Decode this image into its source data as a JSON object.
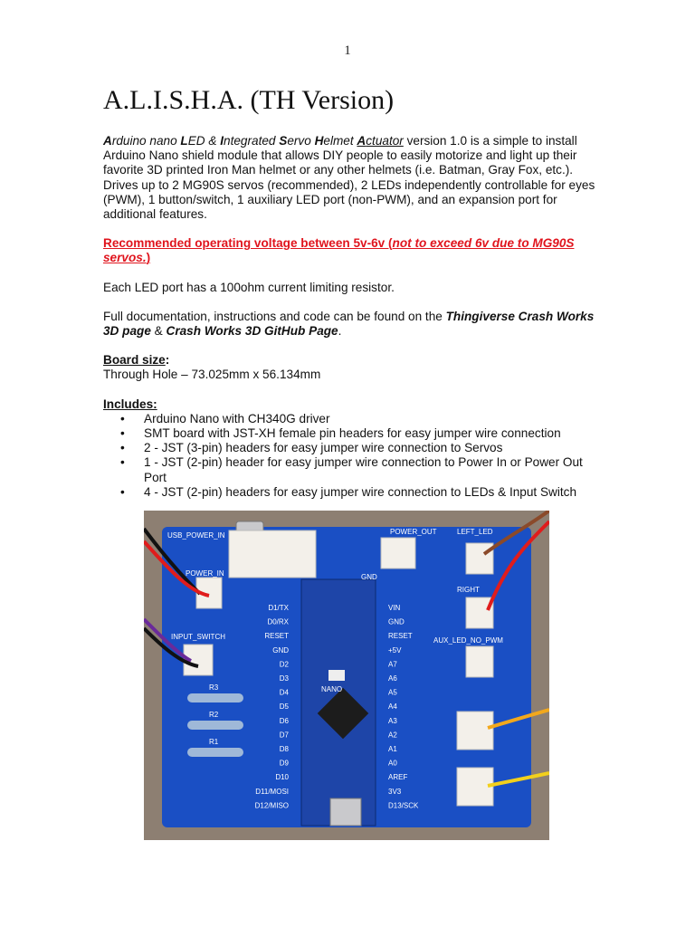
{
  "page_number": "1",
  "title": "A.L.I.S.H.A. (TH Version)",
  "intro": {
    "A": "A",
    "rduino": "rduino nano ",
    "L": "L",
    "ED": "ED & ",
    "I": "I",
    "ntegrated": "ntegrated ",
    "S": "S",
    "ervo": "ervo ",
    "H": "H",
    "elmet": "elmet ",
    "Ac": "A",
    "ctuator": "ctuator",
    "rest": " version 1.0 is a simple to install Arduino Nano shield module that allows DIY people to easily motorize and light up their favorite 3D printed Iron Man helmet or any other helmets (i.e. Batman, Gray Fox, etc.). Drives up to 2 MG90S servos (recommended), 2 LEDs independently controllable for eyes (PWM), 1 button/switch, 1 auxiliary LED port (non-PWM), and an expansion port for additional features."
  },
  "voltage": {
    "main": "Recommended operating voltage between 5v-6v (",
    "italic": "not to exceed 6v due to MG90S servos.",
    "close": ")"
  },
  "led_note": "Each LED port has a 100ohm current limiting resistor.",
  "docs": {
    "pre": "Full documentation, instructions and code can be found on the ",
    "link1": "Thingiverse Crash Works 3D page",
    "amp": " & ",
    "link2": "Crash Works 3D GitHub Page",
    "end": "."
  },
  "board_size": {
    "heading": "Board size",
    "colon": ":",
    "value": "Through Hole – 73.025mm x 56.134mm"
  },
  "includes": {
    "heading": "Includes:",
    "items": [
      "Arduino Nano with CH340G driver",
      "SMT board with JST-XH female pin headers for easy jumper wire connection",
      "2 - JST (3-pin) headers for easy jumper wire connection to Servos",
      "1 - JST (2-pin) header for easy jumper wire connection to Power In or Power Out Port",
      "4 - JST (2-pin) headers for easy jumper wire connection to LEDs & Input Switch"
    ]
  },
  "board": {
    "labels": {
      "usb_power": "USB_POWER_IN",
      "power_in": "POWER_IN",
      "power_out": "POWER_OUT",
      "input_switch": "INPUT_SWITCH",
      "left_led": "LEFT_LED",
      "right_led": "RIGHT",
      "aux_led": "AUX_LED_NO_PWM",
      "gnd": "GND",
      "nano": "NANO",
      "r1": "R1",
      "r2": "R2",
      "r3": "R3"
    },
    "left_pins": [
      "D1/TX",
      "D0/RX",
      "RESET",
      "GND",
      "D2",
      "D3",
      "D4",
      "D5",
      "D6",
      "D7",
      "D8",
      "D9",
      "D10",
      "D11/MOSI",
      "D12/MISO"
    ],
    "right_pins": [
      "VIN",
      "GND",
      "RESET",
      "+5V",
      "A7",
      "A6",
      "A5",
      "A4",
      "A3",
      "A2",
      "A1",
      "A0",
      "AREF",
      "3V3",
      "D13/SCK"
    ],
    "colors": {
      "pcb": "#1a4fc4",
      "silk": "#ffffff",
      "background": "#8d7f72"
    }
  }
}
